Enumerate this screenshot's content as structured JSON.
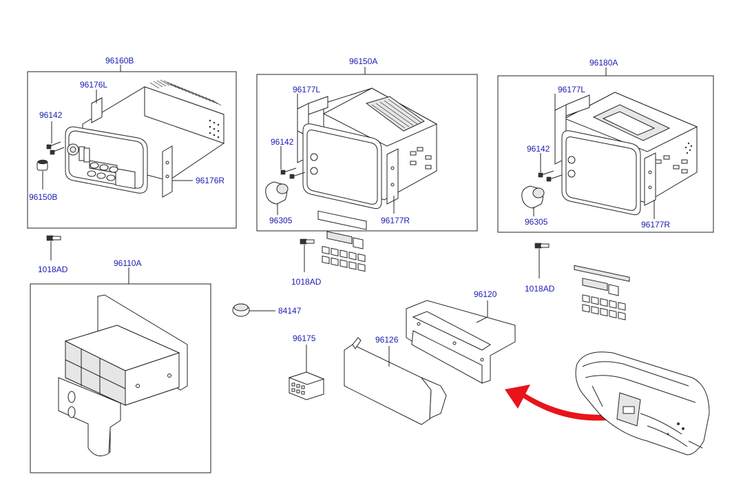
{
  "labels": {
    "l96160B": "96160B",
    "l96150A": "96150A",
    "l96180A": "96180A",
    "l96176L": "96176L",
    "l96142_a": "96142",
    "l96150B": "96150B",
    "l96176R": "96176R",
    "l96177L_a": "96177L",
    "l96142_b": "96142",
    "l96305_a": "96305",
    "l96177R_a": "96177R",
    "l96177L_b": "96177L",
    "l96142_c": "96142",
    "l96305_b": "96305",
    "l96177R_b": "96177R",
    "l1018AD_a": "1018AD",
    "l1018AD_b": "1018AD",
    "l1018AD_c": "1018AD",
    "l96110A": "96110A",
    "l84147": "84147",
    "l96175": "96175",
    "l96126": "96126",
    "l96120": "96120"
  },
  "colors": {
    "label": "#1a1ab4",
    "arrow": "#e8141a",
    "line": "#222222"
  },
  "icons": {
    "arrow": "red-curved-arrow-icon",
    "screw": "screw-icon",
    "knob": "knob-icon"
  }
}
